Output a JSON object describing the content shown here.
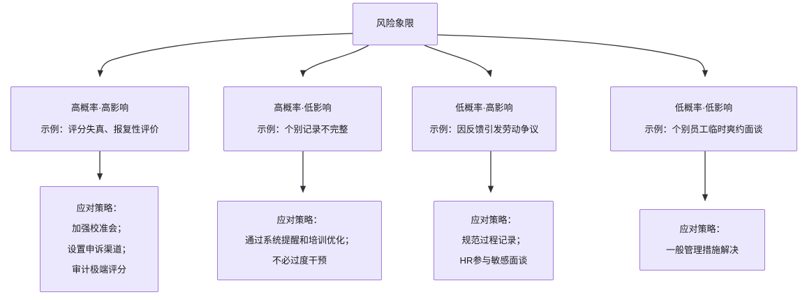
{
  "diagram": {
    "type": "flowchart",
    "direction": "top-down",
    "root": {
      "id": "risk-quadrant",
      "label": "风险象限"
    },
    "quadrants": [
      {
        "id": "high-prob-high-impact",
        "title": "高概率·高影响",
        "example": "示例：评分失真、报复性评价"
      },
      {
        "id": "high-prob-low-impact",
        "title": "高概率·低影响",
        "example": "示例：个别记录不完整"
      },
      {
        "id": "low-prob-high-impact",
        "title": "低概率·高影响",
        "example": "示例：因反馈引发劳动争议"
      },
      {
        "id": "low-prob-low-impact",
        "title": "低概率·低影响",
        "example": "示例：个别员工临时爽约面谈"
      }
    ],
    "strategies": [
      {
        "id": "strategy-high-high",
        "heading": "应对策略：",
        "items": [
          "加强校准会；",
          "设置申诉渠道；",
          "审计极端评分"
        ]
      },
      {
        "id": "strategy-high-low",
        "heading": "应对策略：",
        "items": [
          "通过系统提醒和培训优化；",
          "不必过度干预"
        ]
      },
      {
        "id": "strategy-low-high",
        "heading": "应对策略：",
        "items": [
          "规范过程记录；",
          "HR参与敏感面谈"
        ]
      },
      {
        "id": "strategy-low-low",
        "heading": "应对策略：",
        "items": [
          "一般管理措施解决"
        ]
      }
    ],
    "colors": {
      "node_fill": "#ebe8fd",
      "node_border": "#a47ad6",
      "edge": "#33333a",
      "text": "#1b1b1b",
      "background": "#ffffff"
    }
  }
}
